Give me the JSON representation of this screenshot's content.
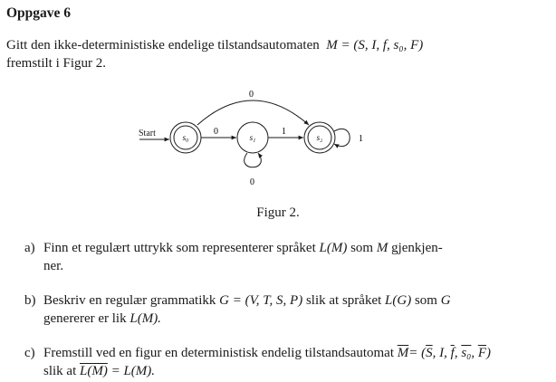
{
  "heading": "Oppgave 6",
  "intro": {
    "text1": "Gitt den ikke-deterministiske endelige tilstandsautomaten",
    "math": "M = (S, I, f, s₀, F)",
    "text2": "fremstilt i Figur 2."
  },
  "figure": {
    "start_label": "Start",
    "states": [
      "s₀",
      "s₁",
      "s₂"
    ],
    "accepting": [
      "s₀",
      "s₂"
    ],
    "transitions": [
      {
        "from": "s₀",
        "to": "s₁",
        "label": "0"
      },
      {
        "from": "s₀",
        "to": "s₂",
        "label": "0"
      },
      {
        "from": "s₁",
        "to": "s₁",
        "label": "0"
      },
      {
        "from": "s₁",
        "to": "s₂",
        "label": "1"
      },
      {
        "from": "s₂",
        "to": "s₂",
        "label": "1"
      }
    ],
    "caption": "Figur 2."
  },
  "tasks": [
    {
      "label": "a)",
      "line1a": "Finn et regulært uttrykk som representerer språket",
      "line1m": "L(M)",
      "line1b": "som",
      "line1m2": "M",
      "line1c": "gjenkjen-",
      "line2": "ner."
    },
    {
      "label": "b)",
      "line1a": "Beskriv en regulær grammatikk",
      "line1m": "G = (V, T, S, P)",
      "line1b": "slik at språket",
      "line1m2": "L(G)",
      "line1c": "som",
      "line1m3": "G",
      "line2a": "genererer er lik",
      "line2m": "L(M)."
    },
    {
      "label": "c)",
      "line1a": "Fremstill ved en figur en deterministisk endelig tilstandsautomat",
      "line1m": "M",
      "line1b": "= (",
      "line1s": "S",
      "line1c": ", I, ",
      "line1f": "f",
      "line1d": ", ",
      "line1s0": "s₀",
      "line1e": ", ",
      "line1F": "F",
      "line1g": ")",
      "line2a": "slik at",
      "line2m": "L(M)",
      "line2b": "= L(M)."
    }
  ]
}
